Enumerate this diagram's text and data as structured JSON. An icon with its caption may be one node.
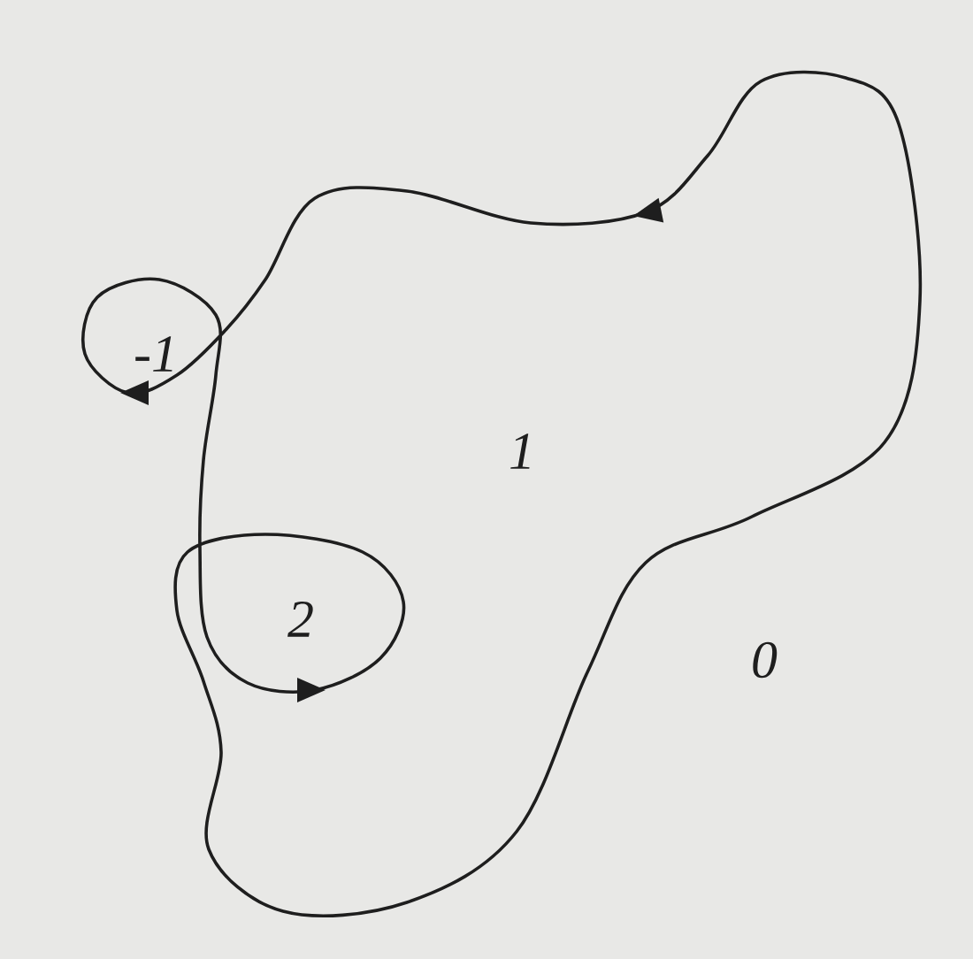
{
  "diagram": {
    "labels": [
      "-1",
      "1",
      "2",
      "0"
    ]
  }
}
